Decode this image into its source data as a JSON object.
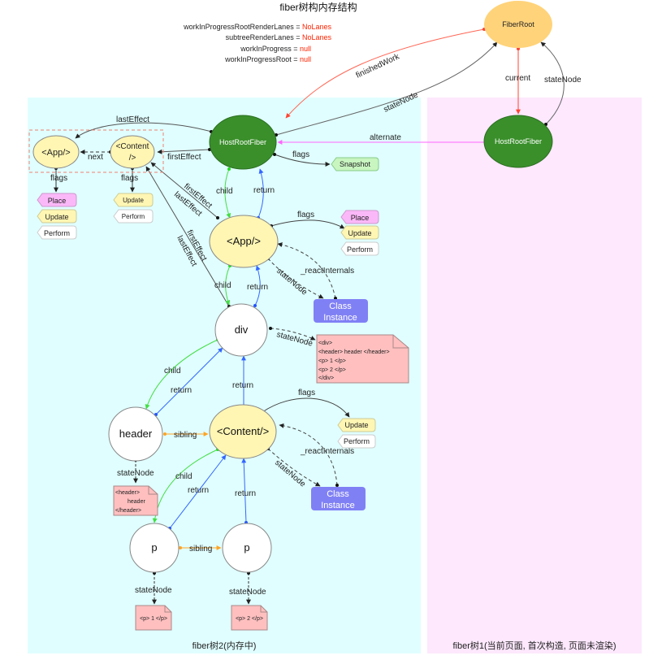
{
  "title": "fiber树构内存结构",
  "globals": [
    {
      "name": "workInProgressRootRenderLanes",
      "eq": " = ",
      "value": "NoLanes"
    },
    {
      "name": "subtreeRenderLanes",
      "eq": " = ",
      "value": "NoLanes"
    },
    {
      "name": "workInProgress",
      "eq": " = ",
      "value": "null"
    },
    {
      "name": "workInProgressRoot",
      "eq": " = ",
      "value": "null"
    }
  ],
  "colors": {
    "wip_region": "#e0feff",
    "current_region": "#fde8fd",
    "fiber_root": "#ffd37a",
    "host_root_fiber": "#3a8f2b",
    "component_node": "#fff6b3",
    "host_node": "#ffffff",
    "class_instance": "#8080f5",
    "doc": "#ffbfbf",
    "child_edge": "#44dd44",
    "return_edge": "#3366ff",
    "sibling_edge": "#ffa424",
    "current_edge": "#ff4433",
    "alternate_edge": "#ff66ff",
    "value_red": "#ff2200"
  },
  "regions": {
    "wip_caption": "fiber树2(内存中)",
    "current_caption": "fiber树1(当前页面, 首次构造, 页面未渲染)"
  },
  "nodes": {
    "fiber_root": "FiberRoot",
    "host_root_current": "HostRootFiber",
    "host_root_wip": "HostRootFiber",
    "effect_app": "<App/>",
    "effect_content_line1": "<Content",
    "effect_content_line2": "/>",
    "app": "<App/>",
    "div": "div",
    "header": "header",
    "content": "<Content/>",
    "p1": "p",
    "p2": "p",
    "class_instance_1": [
      "Class",
      "Instance"
    ],
    "class_instance_2": [
      "Class",
      "Instance"
    ]
  },
  "tags": {
    "snapshot": "Snapshot",
    "place": "Place",
    "update": "Update",
    "perform": "Perform"
  },
  "docs": {
    "div_dom": [
      "<div>",
      "<header> header </header>",
      "<p> 1 </p>",
      "<p> 2 </p>",
      "</div>"
    ],
    "header_dom": [
      "<header>",
      "header",
      "</header>"
    ],
    "p1_dom": "<p> 1 </p>",
    "p2_dom": "<p> 2 </p>"
  },
  "edges": {
    "finishedWork": "finishedWork",
    "current": "current",
    "stateNode": "stateNode",
    "alternate": "alternate",
    "flags": "flags",
    "child": "child",
    "return": "return",
    "sibling": "sibling",
    "next": "next",
    "firstEffect": "firstEffect",
    "lastEffect": "lastEffect",
    "reactInternals": "_reactInternals"
  }
}
